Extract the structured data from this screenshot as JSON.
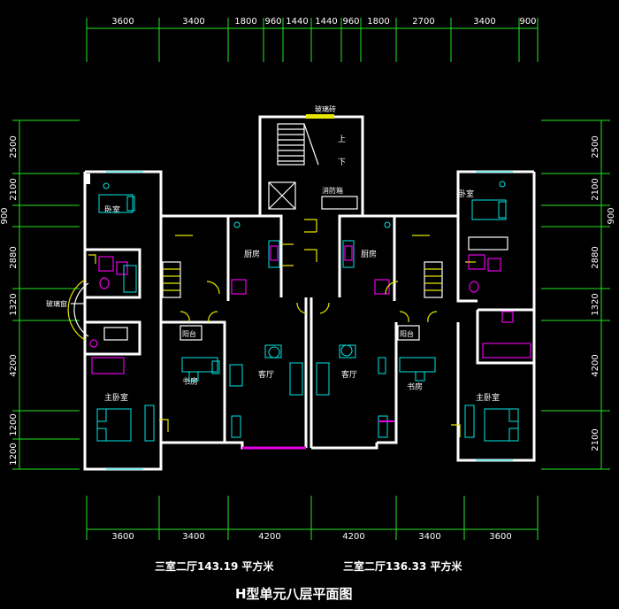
{
  "dimensions": {
    "top": [
      "3600",
      "3400",
      "1800",
      "960",
      "1440",
      "1440",
      "960",
      "1800",
      "2700",
      "3400",
      "900"
    ],
    "bottom": [
      "3600",
      "3400",
      "4200",
      "4200",
      "3400",
      "3600"
    ],
    "left": [
      "2500",
      "2100",
      "900",
      "2880",
      "1320",
      "4200",
      "1200",
      "1200"
    ],
    "right": [
      "2500",
      "2100",
      "900",
      "2880",
      "1320",
      "4200",
      "2100"
    ]
  },
  "rooms": {
    "bedroom": "卧室",
    "bedroom_study": "卧室",
    "master_bedroom": "主卧室",
    "kitchen": "厨房",
    "living_room": "客厅",
    "study": "书房",
    "up": "上",
    "down": "下"
  },
  "labels": {
    "glass_brick": "玻璃砖",
    "fire_hydrant": "消防箱",
    "bay_window": "玻璃窗"
  },
  "areas": {
    "left": "三室二厅143.19 平方米",
    "right": "三室二厅136.33 平方米"
  },
  "title": "H型单元八层平面图",
  "colors": {
    "background": "#000000",
    "dimension_lines": "#22e622",
    "walls": "#ffffff",
    "doors": "#e6e600",
    "fixtures": "#00e6e6",
    "sanitary": "#e600e6"
  }
}
